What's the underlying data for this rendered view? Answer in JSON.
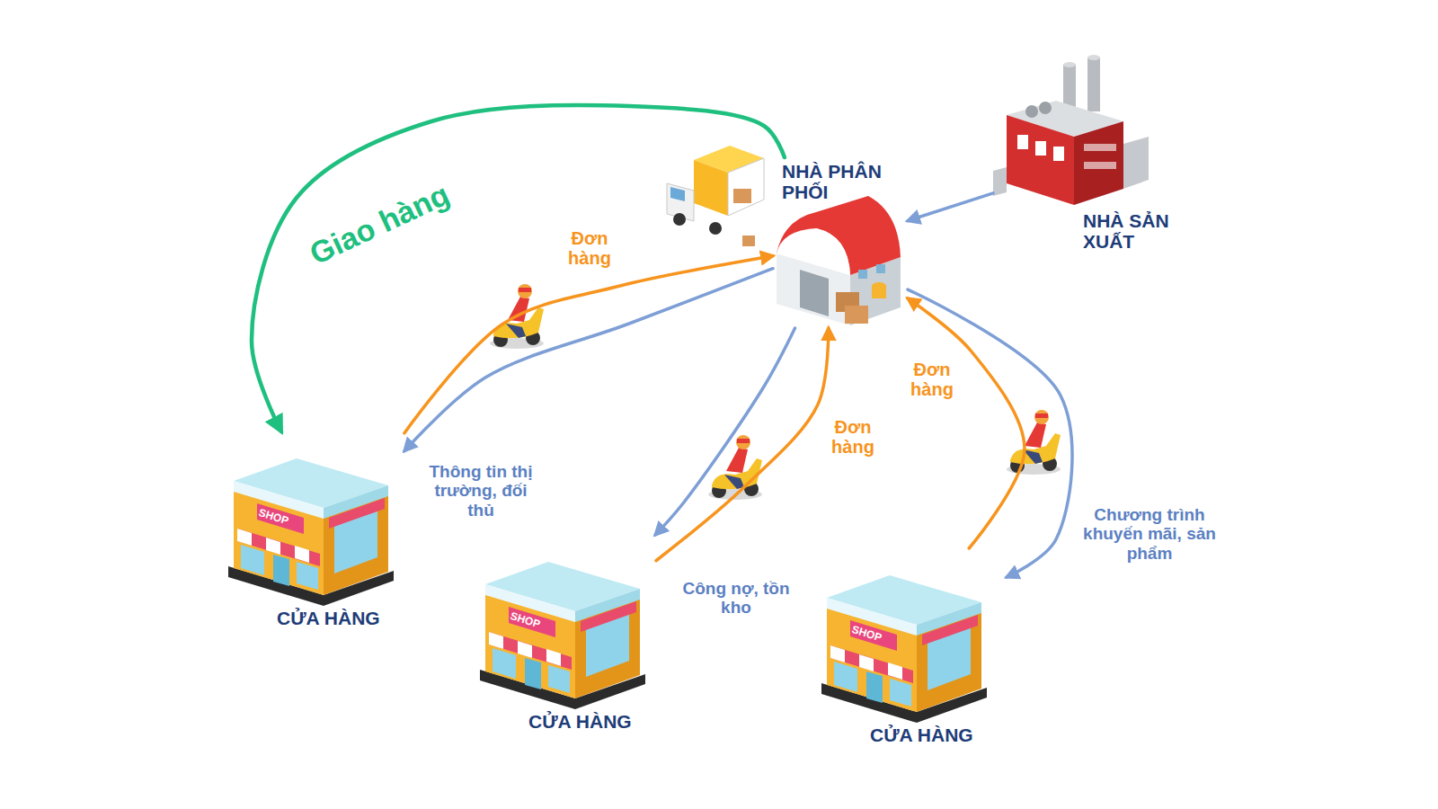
{
  "diagram": {
    "nodes": [
      {
        "text": [
          "NHÀ PHÂN PHỐI"
        ]
      },
      {
        "text": [
          "NHÀ SẢN XUẤT"
        ]
      },
      {
        "text": [
          "SHOP",
          "CỬA HÀNG"
        ]
      },
      {
        "text": [
          "SHOP",
          "CỬA HÀNG"
        ]
      },
      {
        "text": [
          "SHOP",
          "CỬA HÀNG"
        ]
      }
    ],
    "edges": [
      {
        "from": 1,
        "to": 0,
        "arrow": "to"
      },
      {
        "from": 0,
        "to": 2,
        "label": "Giao hàng",
        "arrow": "to"
      },
      {
        "from": 2,
        "to": 0,
        "label": "Đơn hàng",
        "arrow": "to"
      },
      {
        "from": 0,
        "to": 2,
        "label": "Thông tin thị trường, đối thủ",
        "arrow": "to"
      },
      {
        "from": 3,
        "to": 0,
        "label": "Đơn hàng",
        "arrow": "to"
      },
      {
        "from": 0,
        "to": 3,
        "label": "Công nợ, tồn kho",
        "arrow": "to"
      },
      {
        "from": 4,
        "to": 0,
        "label": "Đơn hàng",
        "arrow": "to"
      },
      {
        "from": 0,
        "to": 4,
        "label": "Chương trình khuyến mãi, sản phẩm",
        "arrow": "to"
      }
    ]
  }
}
